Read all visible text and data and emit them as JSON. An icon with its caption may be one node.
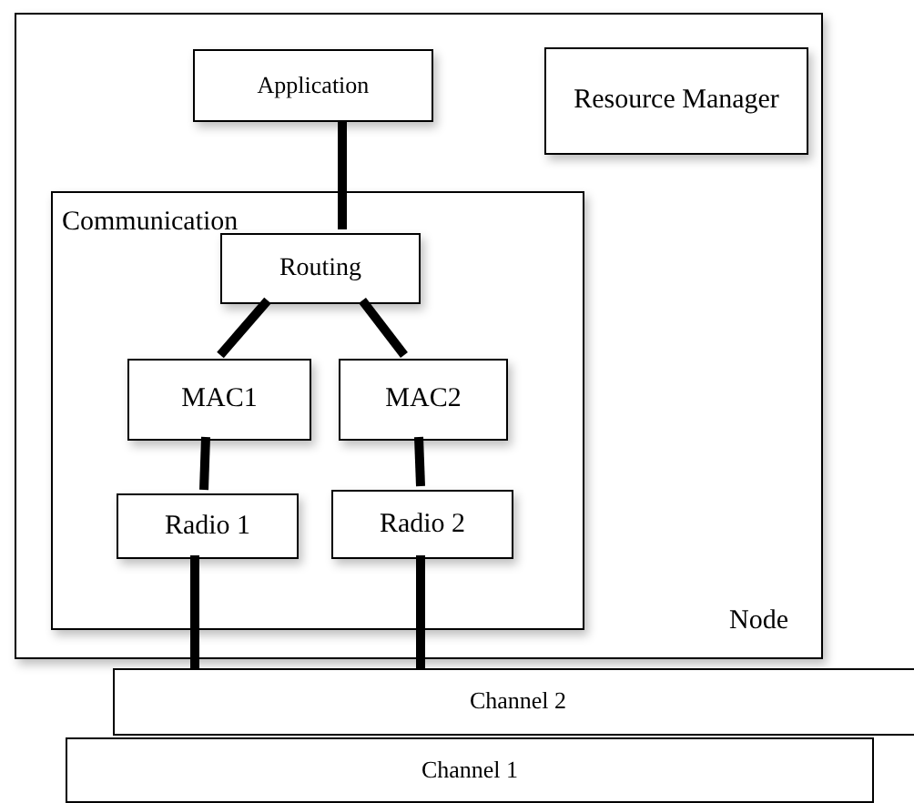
{
  "diagram": {
    "nodes": [
      {
        "text": [
          "Node"
        ]
      },
      {
        "text": [
          "Application"
        ],
        "in": 0
      },
      {
        "text": [
          "Resource Manager"
        ],
        "in": 0
      },
      {
        "text": [
          "Communication"
        ],
        "in": 0
      },
      {
        "text": [
          "Routing"
        ],
        "in": 3
      },
      {
        "text": [
          "MAC1"
        ],
        "in": 3
      },
      {
        "text": [
          "MAC2"
        ],
        "in": 3
      },
      {
        "text": [
          "Radio 1"
        ],
        "in": 3
      },
      {
        "text": [
          "Radio 2"
        ],
        "in": 3
      },
      {
        "text": [
          "Channel 2"
        ]
      },
      {
        "text": [
          "Channel 1"
        ]
      }
    ],
    "edges": [
      {
        "from": 1,
        "to": 4,
        "arrow": "none"
      },
      {
        "from": 4,
        "to": 5,
        "arrow": "none"
      },
      {
        "from": 4,
        "to": 6,
        "arrow": "none"
      },
      {
        "from": 5,
        "to": 7,
        "arrow": "none"
      },
      {
        "from": 6,
        "to": 8,
        "arrow": "none"
      },
      {
        "from": 7,
        "to": 9,
        "arrow": "none"
      },
      {
        "from": 8,
        "to": 9,
        "arrow": "none"
      }
    ]
  }
}
